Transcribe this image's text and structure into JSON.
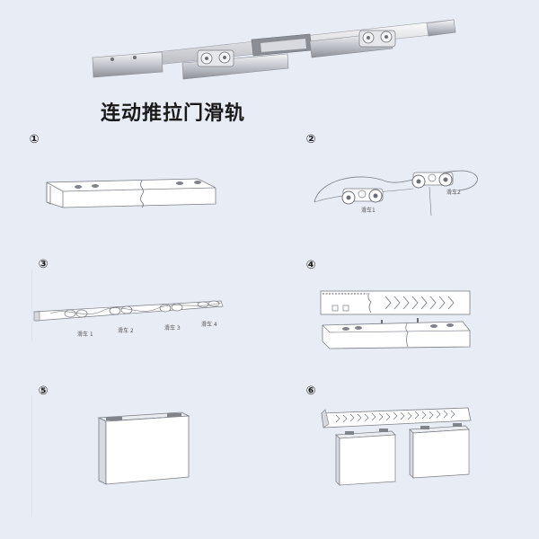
{
  "title": "连动推拉门滑轨",
  "hero": {
    "icon": "sliding-door-track-assembly-photo"
  },
  "colors": {
    "background": "#e8ecf5",
    "line": "#7a7e86",
    "metal": "#c9ccd2",
    "panel_fill": "#ffffff",
    "title_text": "#1a1a1a"
  },
  "steps": [
    {
      "number": "①",
      "description_icon": "rail-track-icon"
    },
    {
      "number": "②",
      "description_icon": "roller-carriage-cable-icon",
      "labels": [
        "滑车1",
        "滑车2"
      ]
    },
    {
      "number": "③",
      "description_icon": "rail-with-carriages-icon",
      "labels": [
        "滑车 1",
        "滑车 2",
        "滑车 3",
        "滑车 4"
      ]
    },
    {
      "number": "④",
      "description_icon": "rail-cover-assembly-icon"
    },
    {
      "number": "⑤",
      "description_icon": "door-panel-icon"
    },
    {
      "number": "⑥",
      "description_icon": "installed-doors-on-track-icon"
    }
  ]
}
